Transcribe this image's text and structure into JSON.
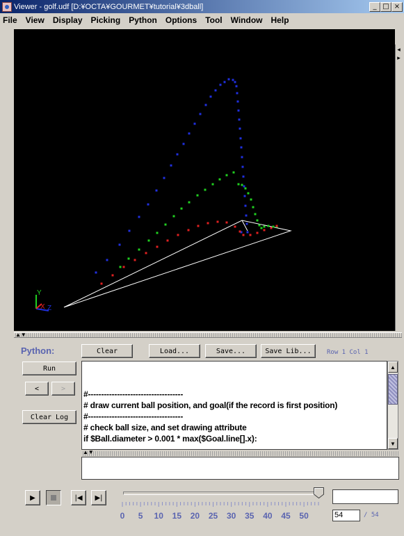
{
  "window": {
    "title": "Viewer - golf.udf [D:¥OCTA¥GOURMET¥tutorial¥3dball]",
    "minimize_label": "_",
    "maximize_label": "□",
    "close_label": "×"
  },
  "menu": {
    "items": [
      "File",
      "View",
      "Display",
      "Picking",
      "Python",
      "Options",
      "Tool",
      "Window",
      "Help"
    ]
  },
  "viewport": {
    "axis_labels": {
      "y": "Y",
      "x": "X",
      "z": "Z"
    },
    "series_colors": {
      "blue": "#2030e0",
      "green": "#20d020",
      "red": "#e02020"
    }
  },
  "python_panel": {
    "label": "Python:",
    "buttons": {
      "clear": "Clear",
      "load": "Load...",
      "save": "Save...",
      "save_lib": "Save Lib..."
    },
    "row_col": "Row 1 Col 1",
    "run": "Run",
    "prev": "<",
    "next": ">",
    "clear_log": "Clear Log",
    "console_lines": [
      "#------------------------------------",
      "# draw current ball position, and goal(if the record is first position)",
      "#------------------------------------",
      "# check ball size, and set drawing attribute",
      "if $Ball.diameter > 0.001 * max($Goal.line[].x):"
    ],
    "input_value": ""
  },
  "playback": {
    "play_icon": "play-icon",
    "stop_icon": "stop-icon",
    "first_icon": "first-frame-icon",
    "last_icon": "last-frame-icon",
    "slider_value": 54,
    "slider_max": 54,
    "tick_labels": [
      "0",
      "5",
      "10",
      "15",
      "20",
      "25",
      "30",
      "35",
      "40",
      "45",
      "50"
    ],
    "frame_top_value": "",
    "frame_current": "54",
    "frame_total": "/ 54"
  }
}
